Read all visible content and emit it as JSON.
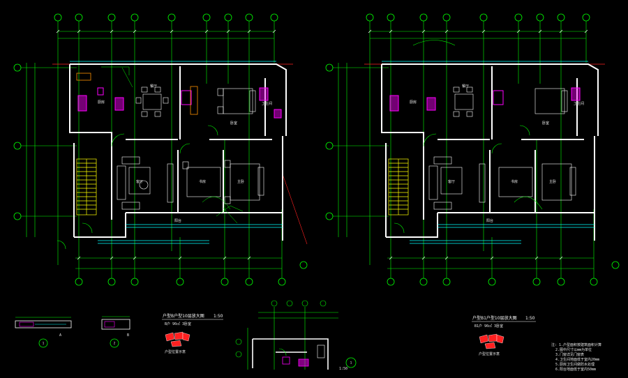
{
  "drawing": {
    "plan_left": {
      "title": "户型B户型10层放大图",
      "scale": "1:50",
      "subtitle": "B户 90㎡ 3卧室",
      "room_labels": [
        "书房",
        "卧室",
        "客厅",
        "主卧",
        "餐厅",
        "厨房",
        "卫生间",
        "阳台"
      ]
    },
    "plan_right": {
      "title": "户型B1户型10层放大图",
      "scale": "1:50",
      "subtitle": "B1户 90㎡ 3卧室",
      "room_labels": [
        "书房",
        "卧室",
        "客厅",
        "主卧",
        "餐厅",
        "厨房",
        "卫生间",
        "阳台"
      ]
    },
    "detail_1": {
      "marker": "1",
      "label": "A"
    },
    "detail_2": {
      "marker": "2",
      "label": "B"
    },
    "detail_3": {
      "marker": "1",
      "label": "1:50"
    },
    "key_plan_left": {
      "label": "户型位置示意"
    },
    "key_plan_right": {
      "label": "户型位置示意"
    },
    "notes": {
      "lines": [
        "注: 1.户型面积按建筑面积计算",
        "2.图中尺寸以mm为单位",
        "3.门窗详见门窗表",
        "4.卫生间地面低于室内20mm",
        "5.厨房卫生间做防水处理",
        "6.阳台地面低于室内50mm"
      ]
    },
    "colors": {
      "background": "#000000",
      "grid": "#00ff00",
      "wall": "#ffffff",
      "furniture": "#ffffff",
      "accent_magenta": "#ff00ff",
      "accent_yellow": "#ffff00",
      "accent_red": "#ff2020",
      "accent_cyan": "#00ffff",
      "dim_text": "#e8e8e8"
    }
  }
}
